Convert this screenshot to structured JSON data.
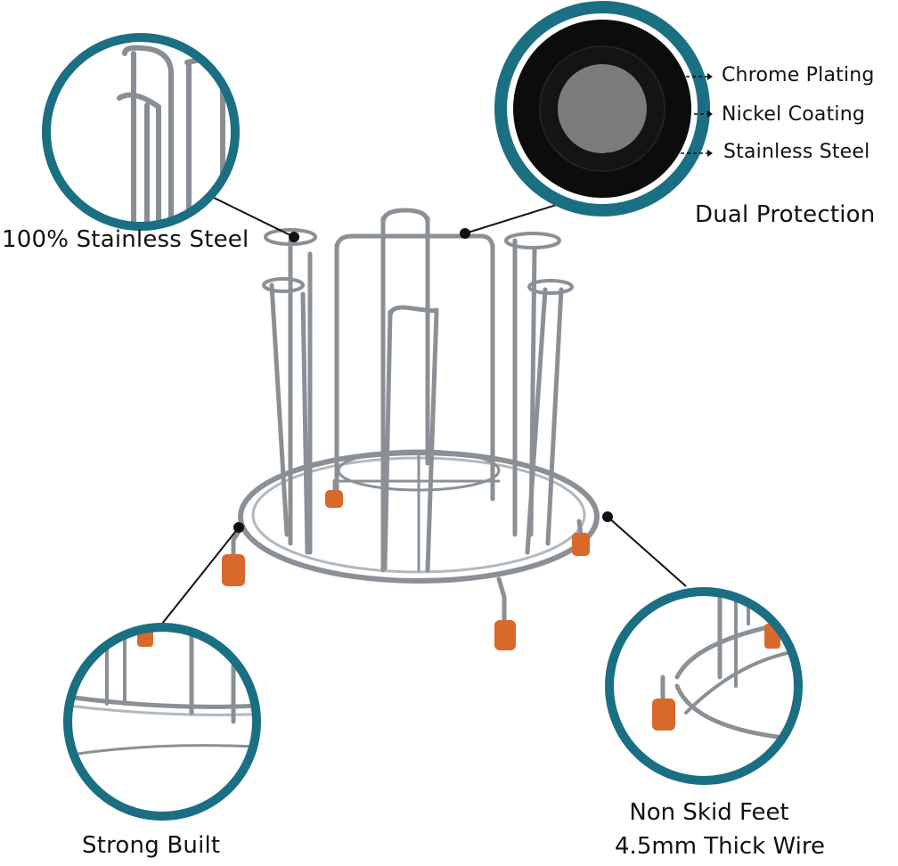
{
  "colors": {
    "accent_ring": "#1b6f82",
    "steel": "#9aa0a6",
    "steel_dark": "#4f555b",
    "foot": "#d9692b",
    "core_black": "#0c0c0c",
    "core_grey": "#7c7c7c"
  },
  "callouts": {
    "top_left": {
      "label": "100% Stainless Steel"
    },
    "top_right": {
      "layers": [
        "Chrome Plating",
        "Nickel Coating",
        "Stainless Steel"
      ],
      "label": "Dual Protection"
    },
    "bottom_left": {
      "label": "Strong Built"
    },
    "bottom_right": {
      "line1": "Non Skid Feet",
      "line2": "4.5mm Thick Wire"
    }
  }
}
